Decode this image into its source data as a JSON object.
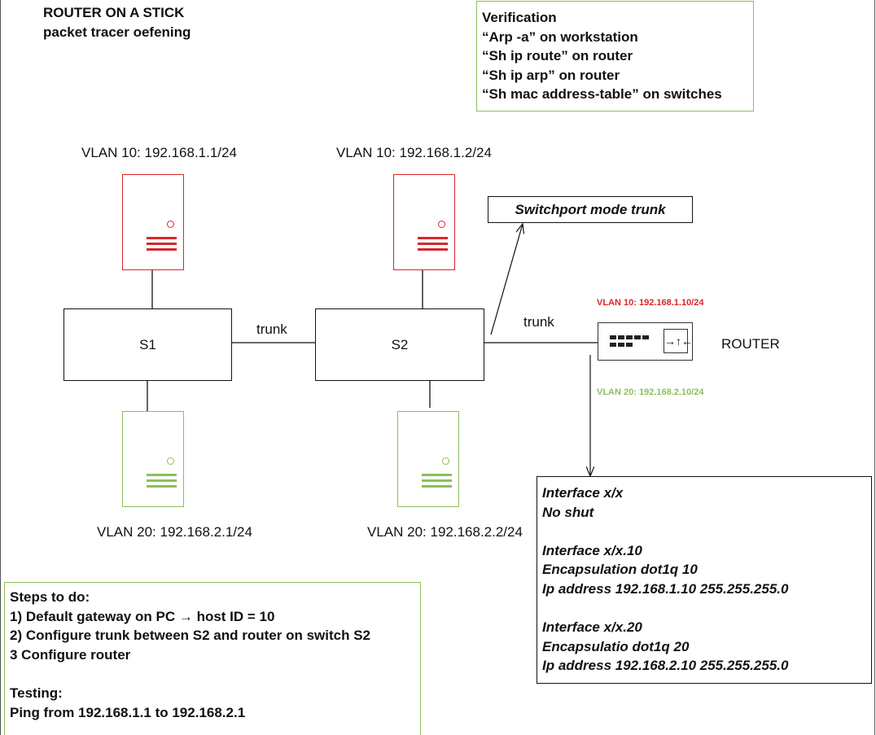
{
  "title": {
    "line1": "ROUTER ON A STICK",
    "line2": "packet tracer oefening"
  },
  "verification": {
    "heading": "Verification",
    "lines": [
      "“Arp -a” on workstation",
      "“Sh ip route” on router",
      "“Sh ip arp” on router",
      "“Sh mac address-table” on switches"
    ]
  },
  "pcs": {
    "pc1_label": "VLAN 10: 192.168.1.1/24",
    "pc2_label": "VLAN 10: 192.168.1.2/24",
    "pc3_label": "VLAN 20: 192.168.2.1/24",
    "pc4_label": "VLAN 20: 192.168.2.2/24"
  },
  "switches": {
    "s1": "S1",
    "s2": "S2"
  },
  "links": {
    "trunk1": "trunk",
    "trunk2": "trunk"
  },
  "callout": {
    "switchport": "Switchport mode trunk"
  },
  "router": {
    "label": "ROUTER",
    "vlan10": "VLAN 10: 192.168.1.10/24",
    "vlan20": "VLAN 20: 192.168.2.10/24",
    "sym": "→↑←"
  },
  "config": {
    "lines": [
      "Interface x/x",
      "No shut",
      "",
      "Interface x/x.10",
      "Encapsulation dot1q 10",
      "Ip address 192.168.1.10 255.255.255.0",
      "",
      "Interface x/x.20",
      "Encapsulatio dot1q 20",
      "Ip address 192.168.2.10 255.255.255.0"
    ]
  },
  "steps": {
    "heading": "Steps to do:",
    "step1": "1) Default gateway on PC",
    "arrow": "→",
    "step1_tail": "host ID = 10",
    "step2": "2) Configure trunk between S2 and router on switch S2",
    "step3": "3 Configure router",
    "testing_heading": "Testing:",
    "testing_line": "Ping from 192.168.1.1 to 192.168.2.1"
  },
  "colors": {
    "vlan10": "#d9262a",
    "vlan20": "#8bbf5a"
  }
}
